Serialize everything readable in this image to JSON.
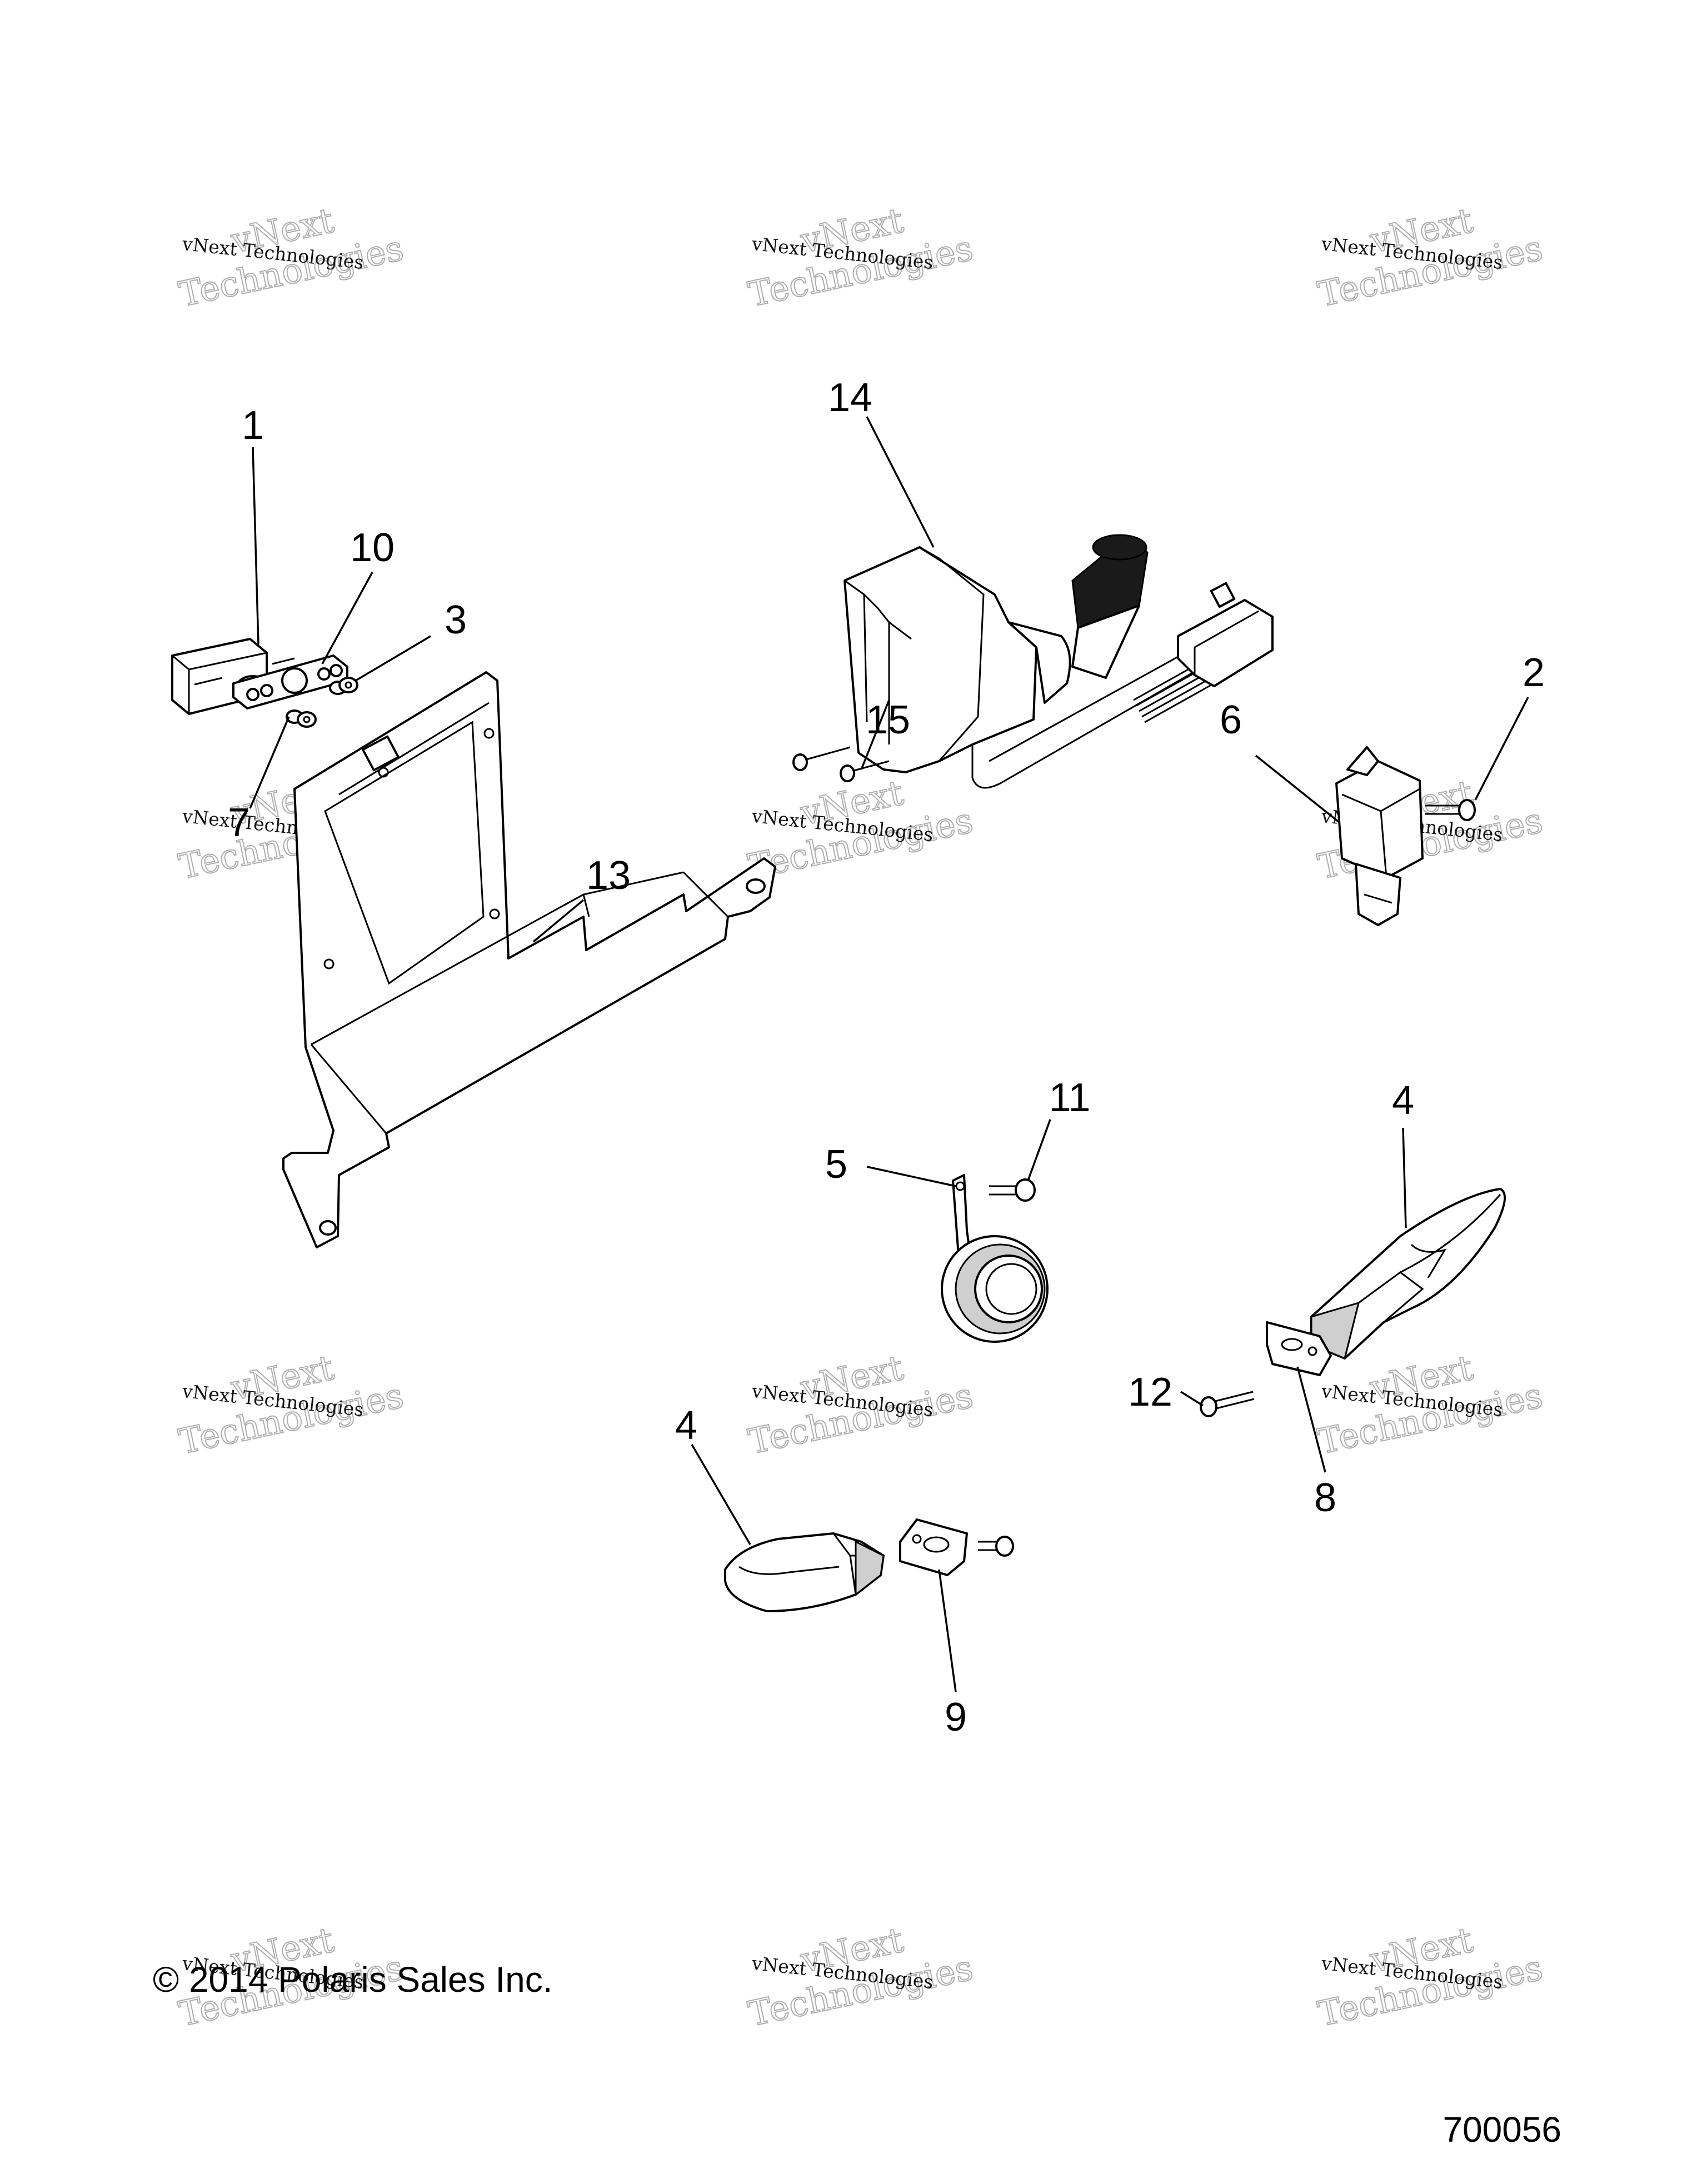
{
  "callouts": [
    "1",
    "2",
    "3",
    "4",
    "4",
    "5",
    "6",
    "7",
    "8",
    "9",
    "10",
    "11",
    "12",
    "13",
    "14",
    "15"
  ],
  "watermark": {
    "line1": "vNext",
    "line2": "vNext Technologies",
    "line3": "Technologies"
  },
  "footer": {
    "copyright": "© 2014 Polaris Sales Inc.",
    "drawing_number": "700056"
  }
}
